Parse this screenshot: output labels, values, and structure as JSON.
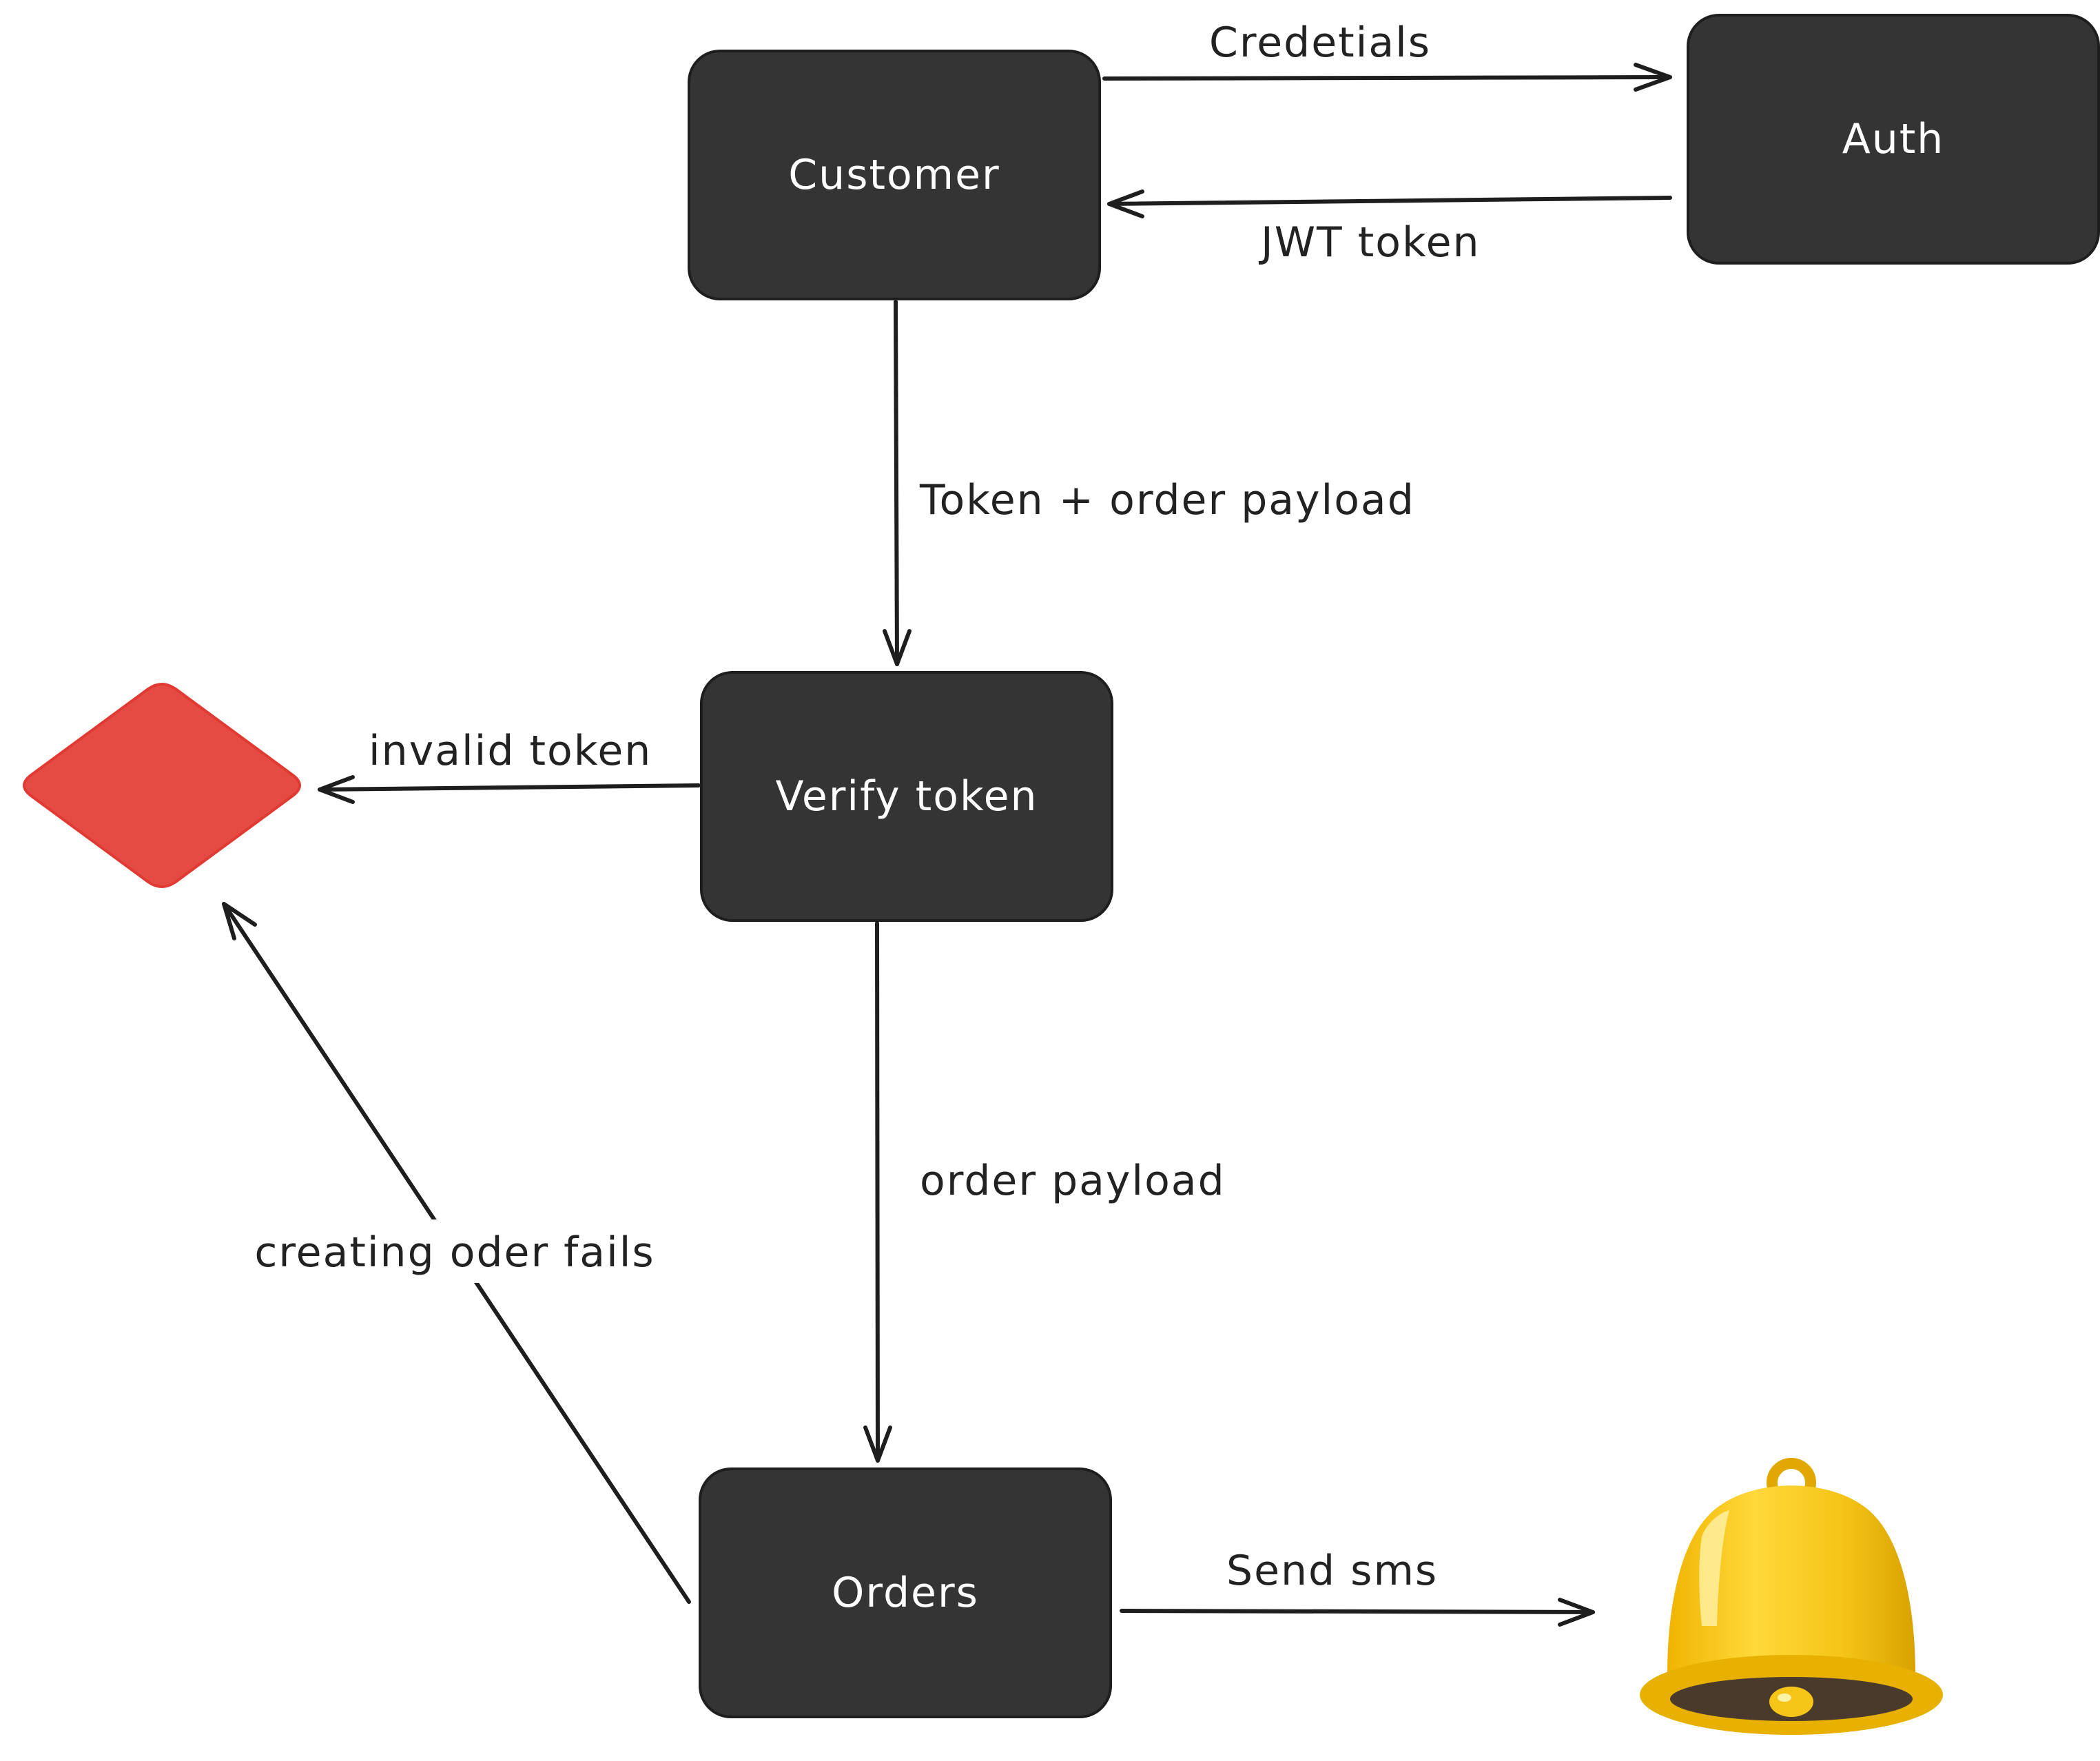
{
  "colors": {
    "node_fill": "#343434",
    "node_text": "#ffffff",
    "stroke": "#1e1e1e",
    "error_fill": "#e44b43",
    "bell_gold": "#f5c518",
    "bell_dark": "#4a3a2c"
  },
  "nodes": {
    "customer": "Customer",
    "auth": "Auth",
    "verify": "Verify token",
    "orders": "Orders"
  },
  "edges": {
    "credentials": "Credetials",
    "jwt": "JWT token",
    "token_payload": "Token + order payload",
    "invalid": "invalid token",
    "order_payload": "order payload",
    "fails": "creating oder fails",
    "sms": "Send sms"
  },
  "icons": {
    "error": "error-diamond-icon",
    "notification": "bell-icon"
  }
}
